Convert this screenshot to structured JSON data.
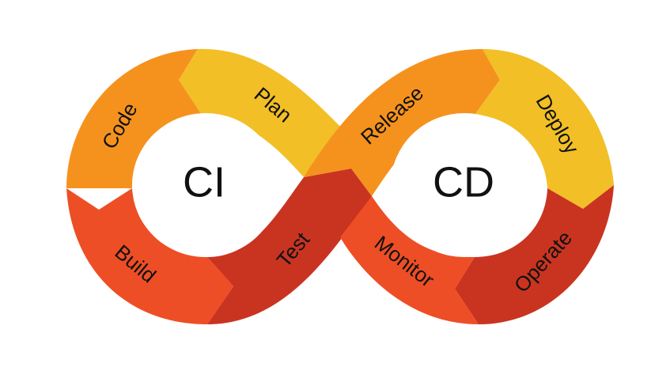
{
  "diagram": {
    "center_labels": {
      "left": "CI",
      "right": "CD"
    },
    "stages": [
      {
        "key": "code",
        "label": "Code",
        "color": "#F5921E"
      },
      {
        "key": "plan",
        "label": "Plan",
        "color": "#F2BF26"
      },
      {
        "key": "build",
        "label": "Build",
        "color": "#EE4E25"
      },
      {
        "key": "test",
        "label": "Test",
        "color": "#C93420"
      },
      {
        "key": "release",
        "label": "Release",
        "color": "#F5921E"
      },
      {
        "key": "deploy",
        "label": "Deploy",
        "color": "#F2BF26"
      },
      {
        "key": "monitor",
        "label": "Monitor",
        "color": "#EE4E25"
      },
      {
        "key": "operate",
        "label": "Operate",
        "color": "#C93420"
      }
    ]
  }
}
